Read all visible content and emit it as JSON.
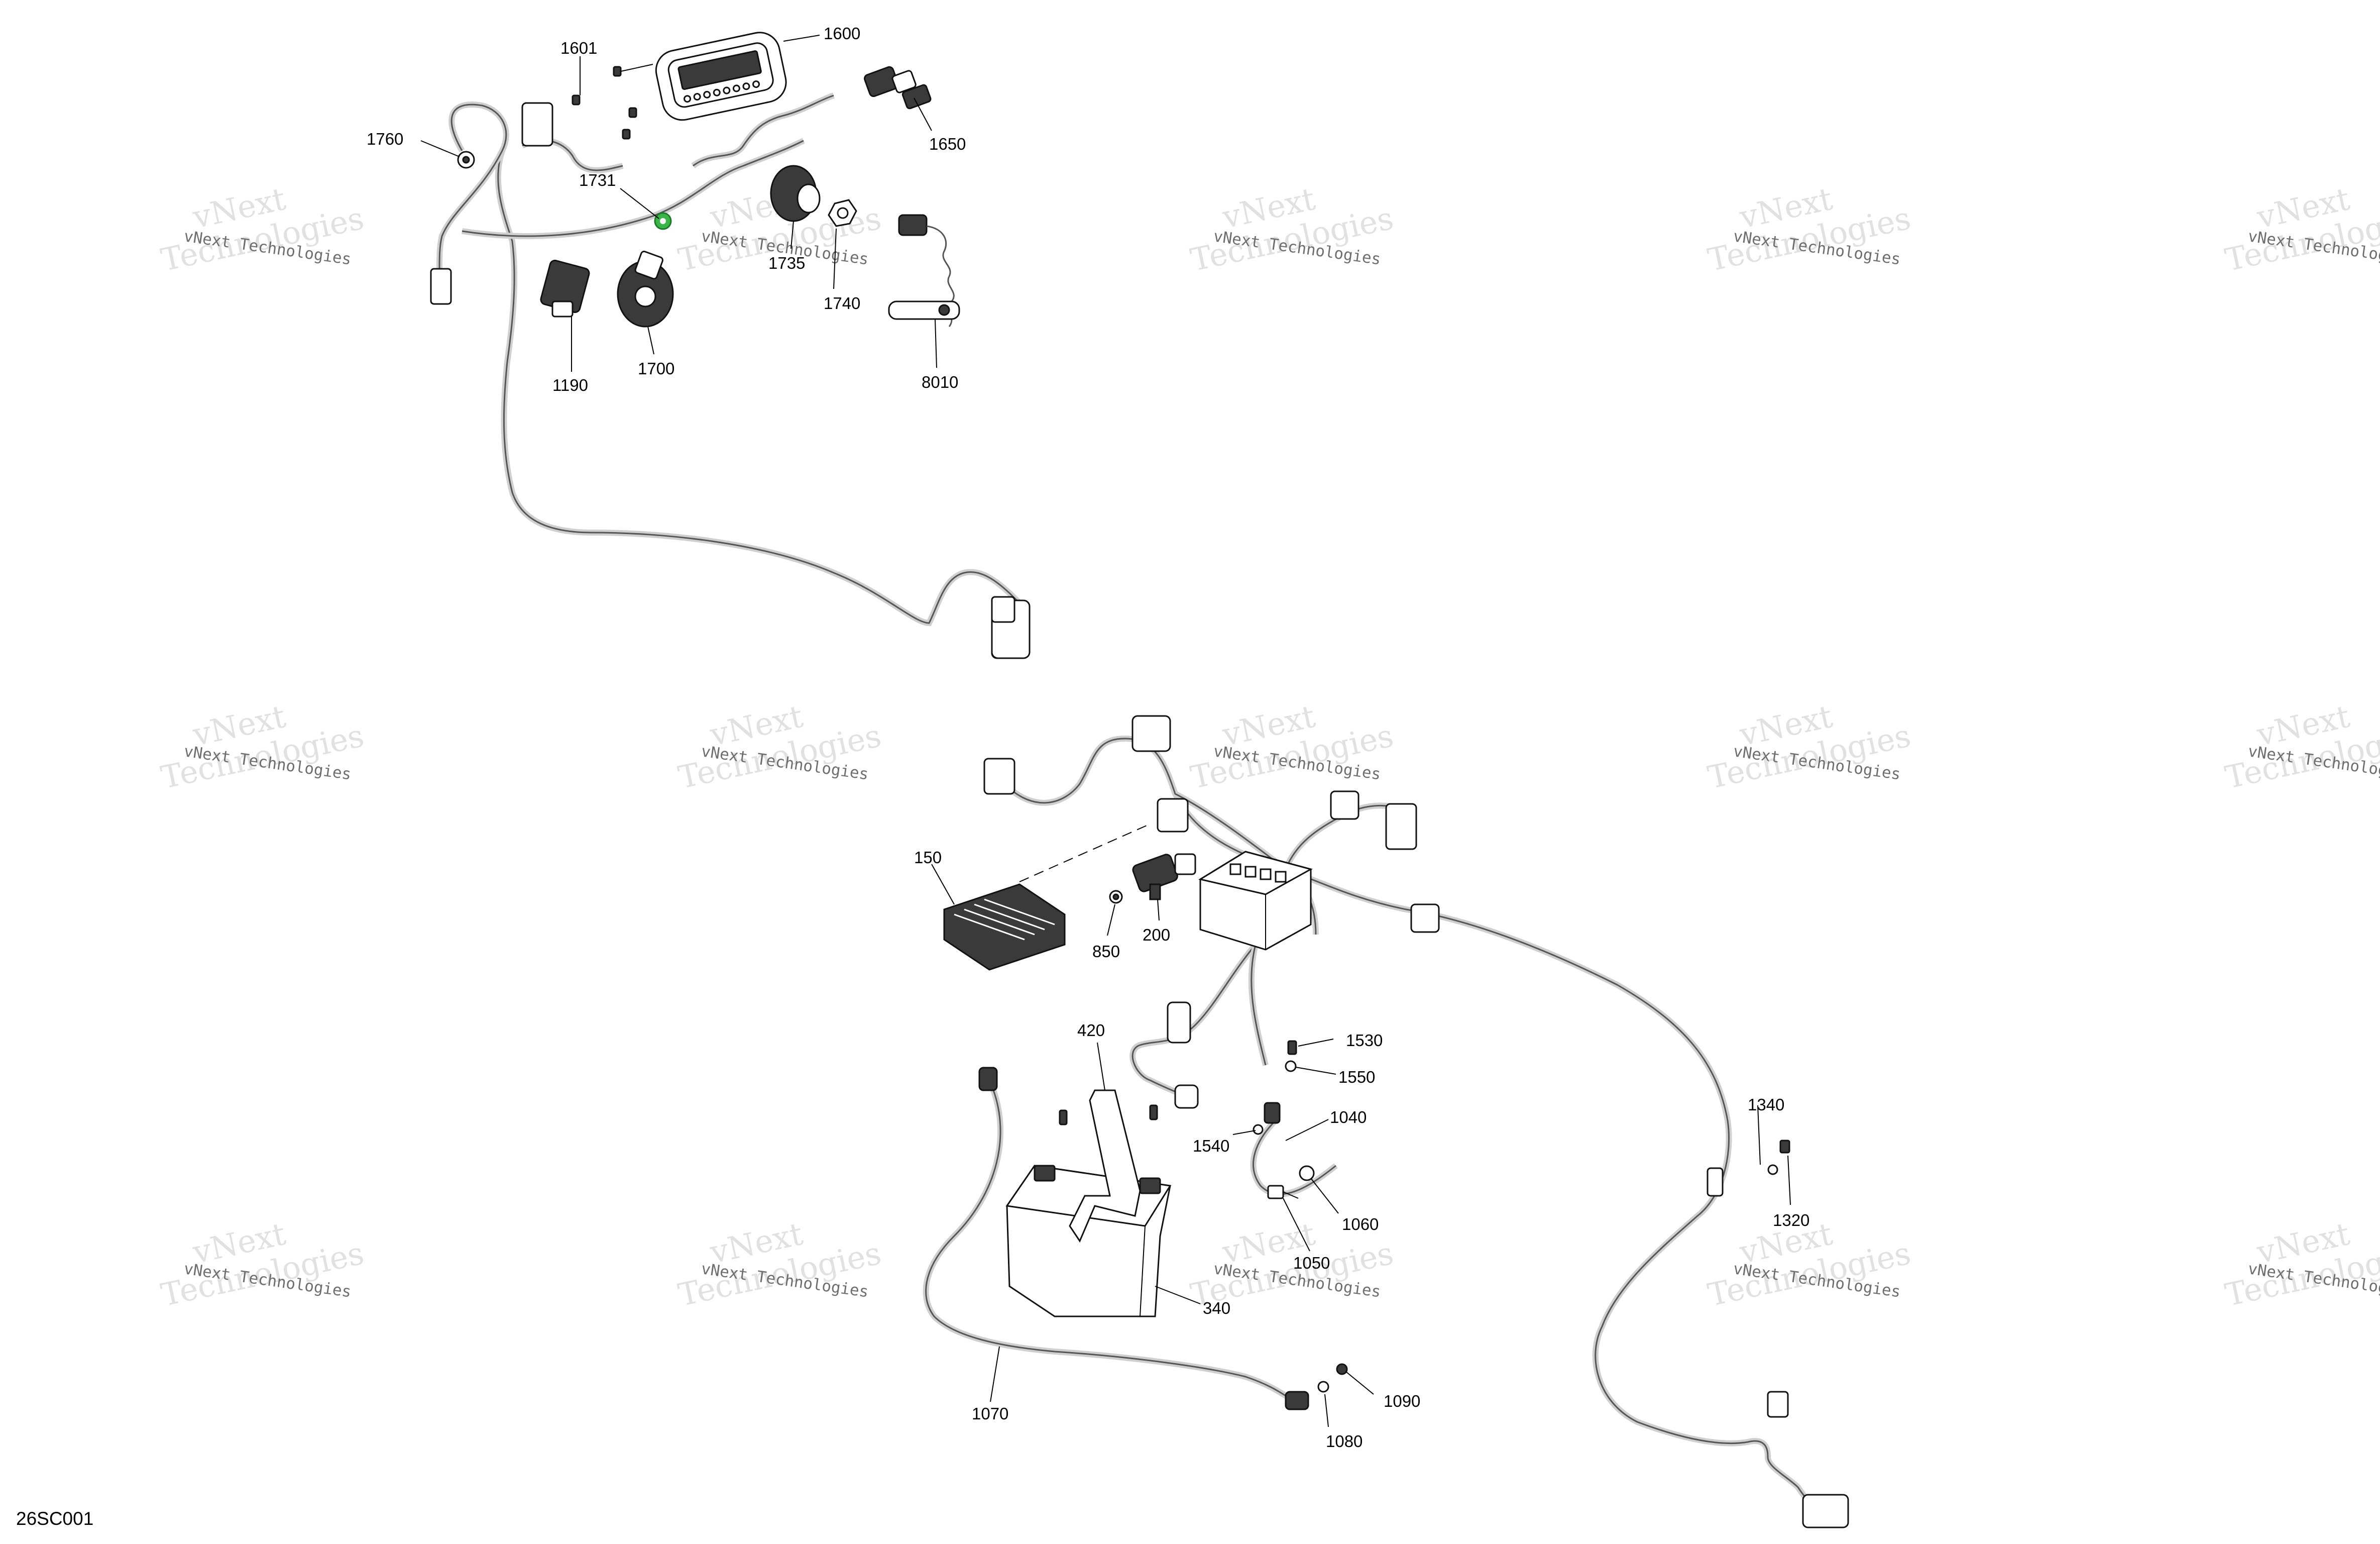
{
  "diagram_id": "26SC001",
  "watermark": {
    "line1": "vNext",
    "line2": "Technologies",
    "small": "vNext Technologies"
  },
  "highlight_color": "#39b54a",
  "labels": {
    "p1601": "1601",
    "p1600": "1600",
    "p1650": "1650",
    "p1760": "1760",
    "p1731": "1731",
    "p1735": "1735",
    "p1740": "1740",
    "p8010": "8010",
    "p1190": "1190",
    "p1700": "1700",
    "p150": "150",
    "p200": "200",
    "p850": "850",
    "p420": "420",
    "p1530": "1530",
    "p1550": "1550",
    "p1540": "1540",
    "p1040": "1040",
    "p1060": "1060",
    "p1050": "1050",
    "p340": "340",
    "p1340": "1340",
    "p1320": "1320",
    "p1070": "1070",
    "p1090": "1090",
    "p1080": "1080"
  }
}
